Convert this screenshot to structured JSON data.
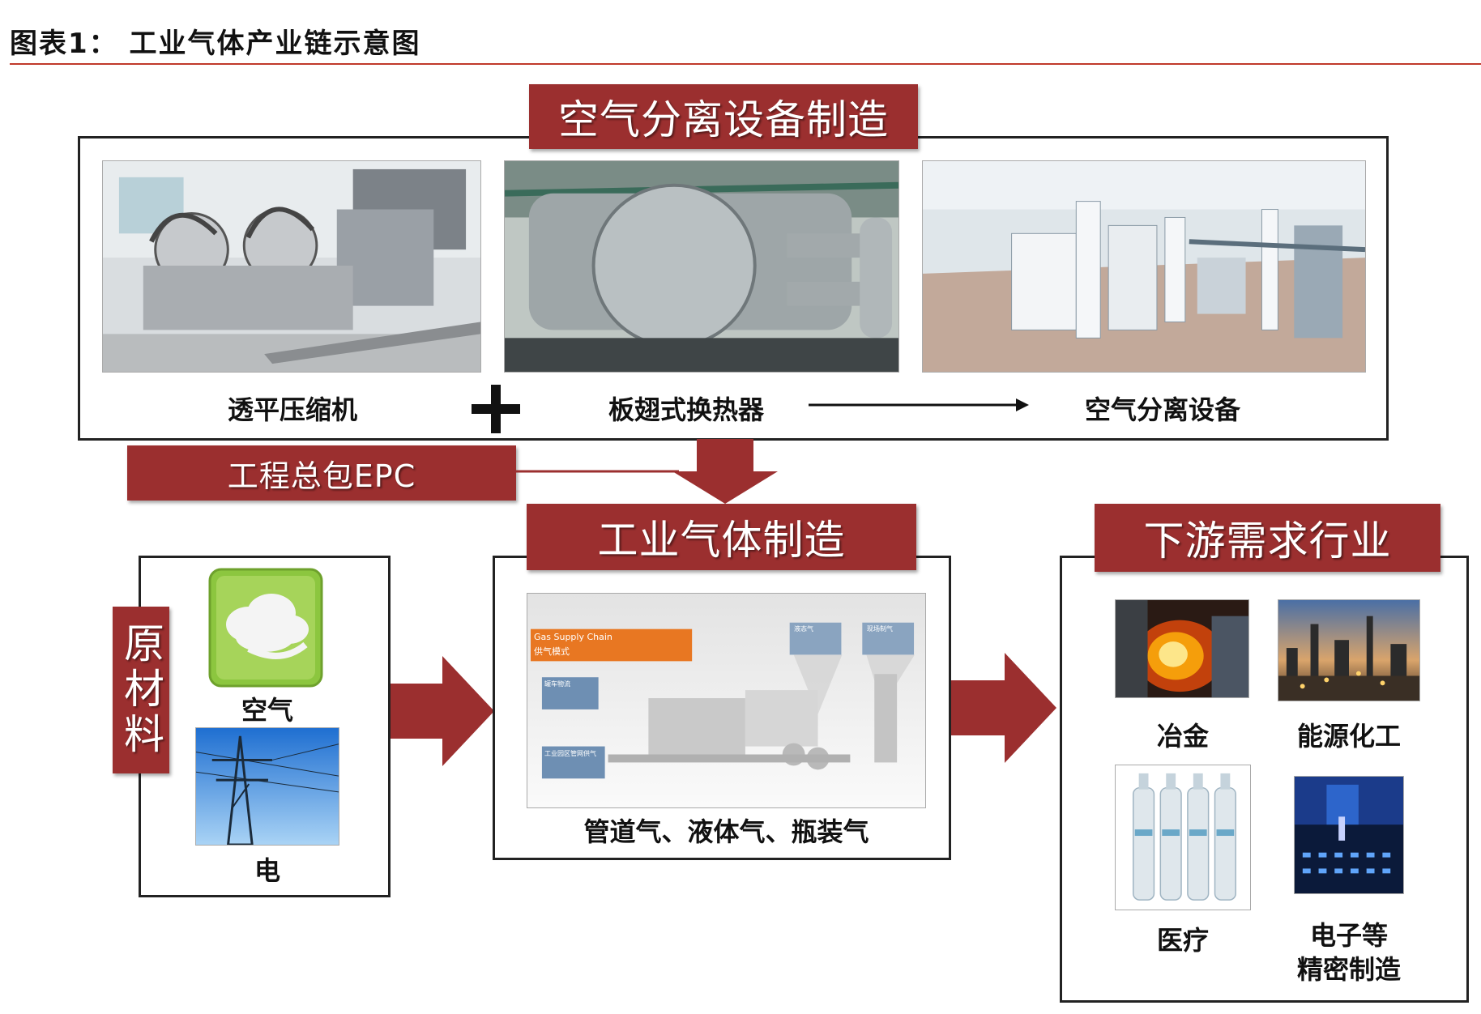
{
  "caption": "图表1：  工业气体产业链示意图",
  "top_section": {
    "banner": "空气分离设备制造",
    "items": [
      {
        "label": "透平压缩机",
        "image": "turbo-compressor-photo"
      },
      {
        "label": "板翅式换热器",
        "image": "plate-fin-heat-exchanger-photo"
      },
      {
        "label": "空气分离设备",
        "image": "air-separation-plant-photo"
      }
    ],
    "plus_symbol": "+",
    "epc_banner": "工程总包EPC"
  },
  "raw_materials": {
    "vertical_label": "原材料",
    "items": [
      {
        "label": "空气",
        "icon": "cloud-icon"
      },
      {
        "label": "电",
        "image": "power-tower-photo"
      }
    ]
  },
  "manufacturing": {
    "banner": "工业气体制造",
    "image_texts": {
      "title_en": "Gas Supply Chain",
      "title_cn": "供气模式",
      "tag1": "液态气",
      "tag2": "现场制气",
      "tag3": "罐车物流",
      "tag4": "工业园区管网供气"
    },
    "label": "管道气、液体气、瓶装气"
  },
  "downstream": {
    "banner": "下游需求行业",
    "items": [
      {
        "label": "冶金",
        "image": "steel-smelting-photo"
      },
      {
        "label": "能源化工",
        "image": "refinery-photo"
      },
      {
        "label": "医疗",
        "image": "medical-oxygen-bottles-photo"
      },
      {
        "label": "电子等\n精密制造",
        "image": "precision-electronics-photo"
      }
    ]
  },
  "colors": {
    "banner": "#9b2f2f",
    "rule": "#c0392b",
    "arrow": "#9b2f2f"
  }
}
